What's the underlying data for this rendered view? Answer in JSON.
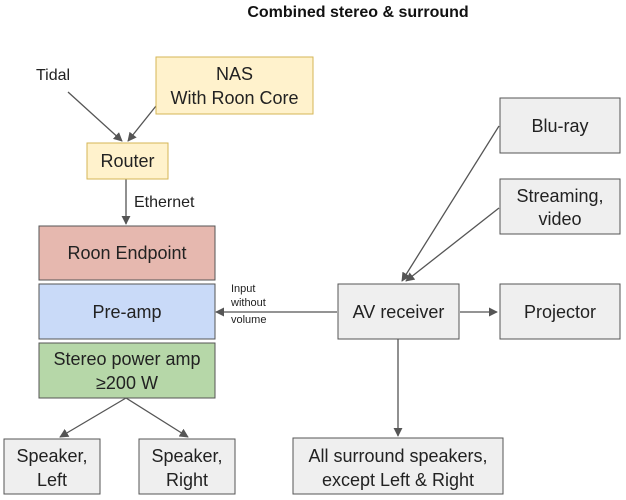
{
  "title": "Combined stereo & surround",
  "colors": {
    "yellow": "#fff2cc",
    "yellow_border": "#d6b656",
    "red": "#e6b8af",
    "blue": "#c9daf8",
    "green": "#b6d7a8",
    "gray": "#efefef",
    "border": "#555555",
    "arrow": "#555555"
  },
  "nodes": {
    "tidal": "Tidal",
    "nas": {
      "line1": "NAS",
      "line2": "With Roon Core"
    },
    "router": "Router",
    "roon_endpoint": "Roon Endpoint",
    "preamp": "Pre-amp",
    "power_amp": {
      "line1": "Stereo power amp",
      "line2": "≥200 W"
    },
    "speaker_left": {
      "line1": "Speaker,",
      "line2": "Left"
    },
    "speaker_right": {
      "line1": "Speaker,",
      "line2": "Right"
    },
    "bluray": "Blu-ray",
    "streaming": {
      "line1": "Streaming,",
      "line2": "video"
    },
    "av_receiver": "AV receiver",
    "projector": "Projector",
    "surround": {
      "line1": "All surround speakers,",
      "line2": "except Left & Right"
    }
  },
  "edge_labels": {
    "ethernet": "Ethernet",
    "input": {
      "line1": "Input",
      "line2": "without",
      "line3": "volume"
    }
  }
}
